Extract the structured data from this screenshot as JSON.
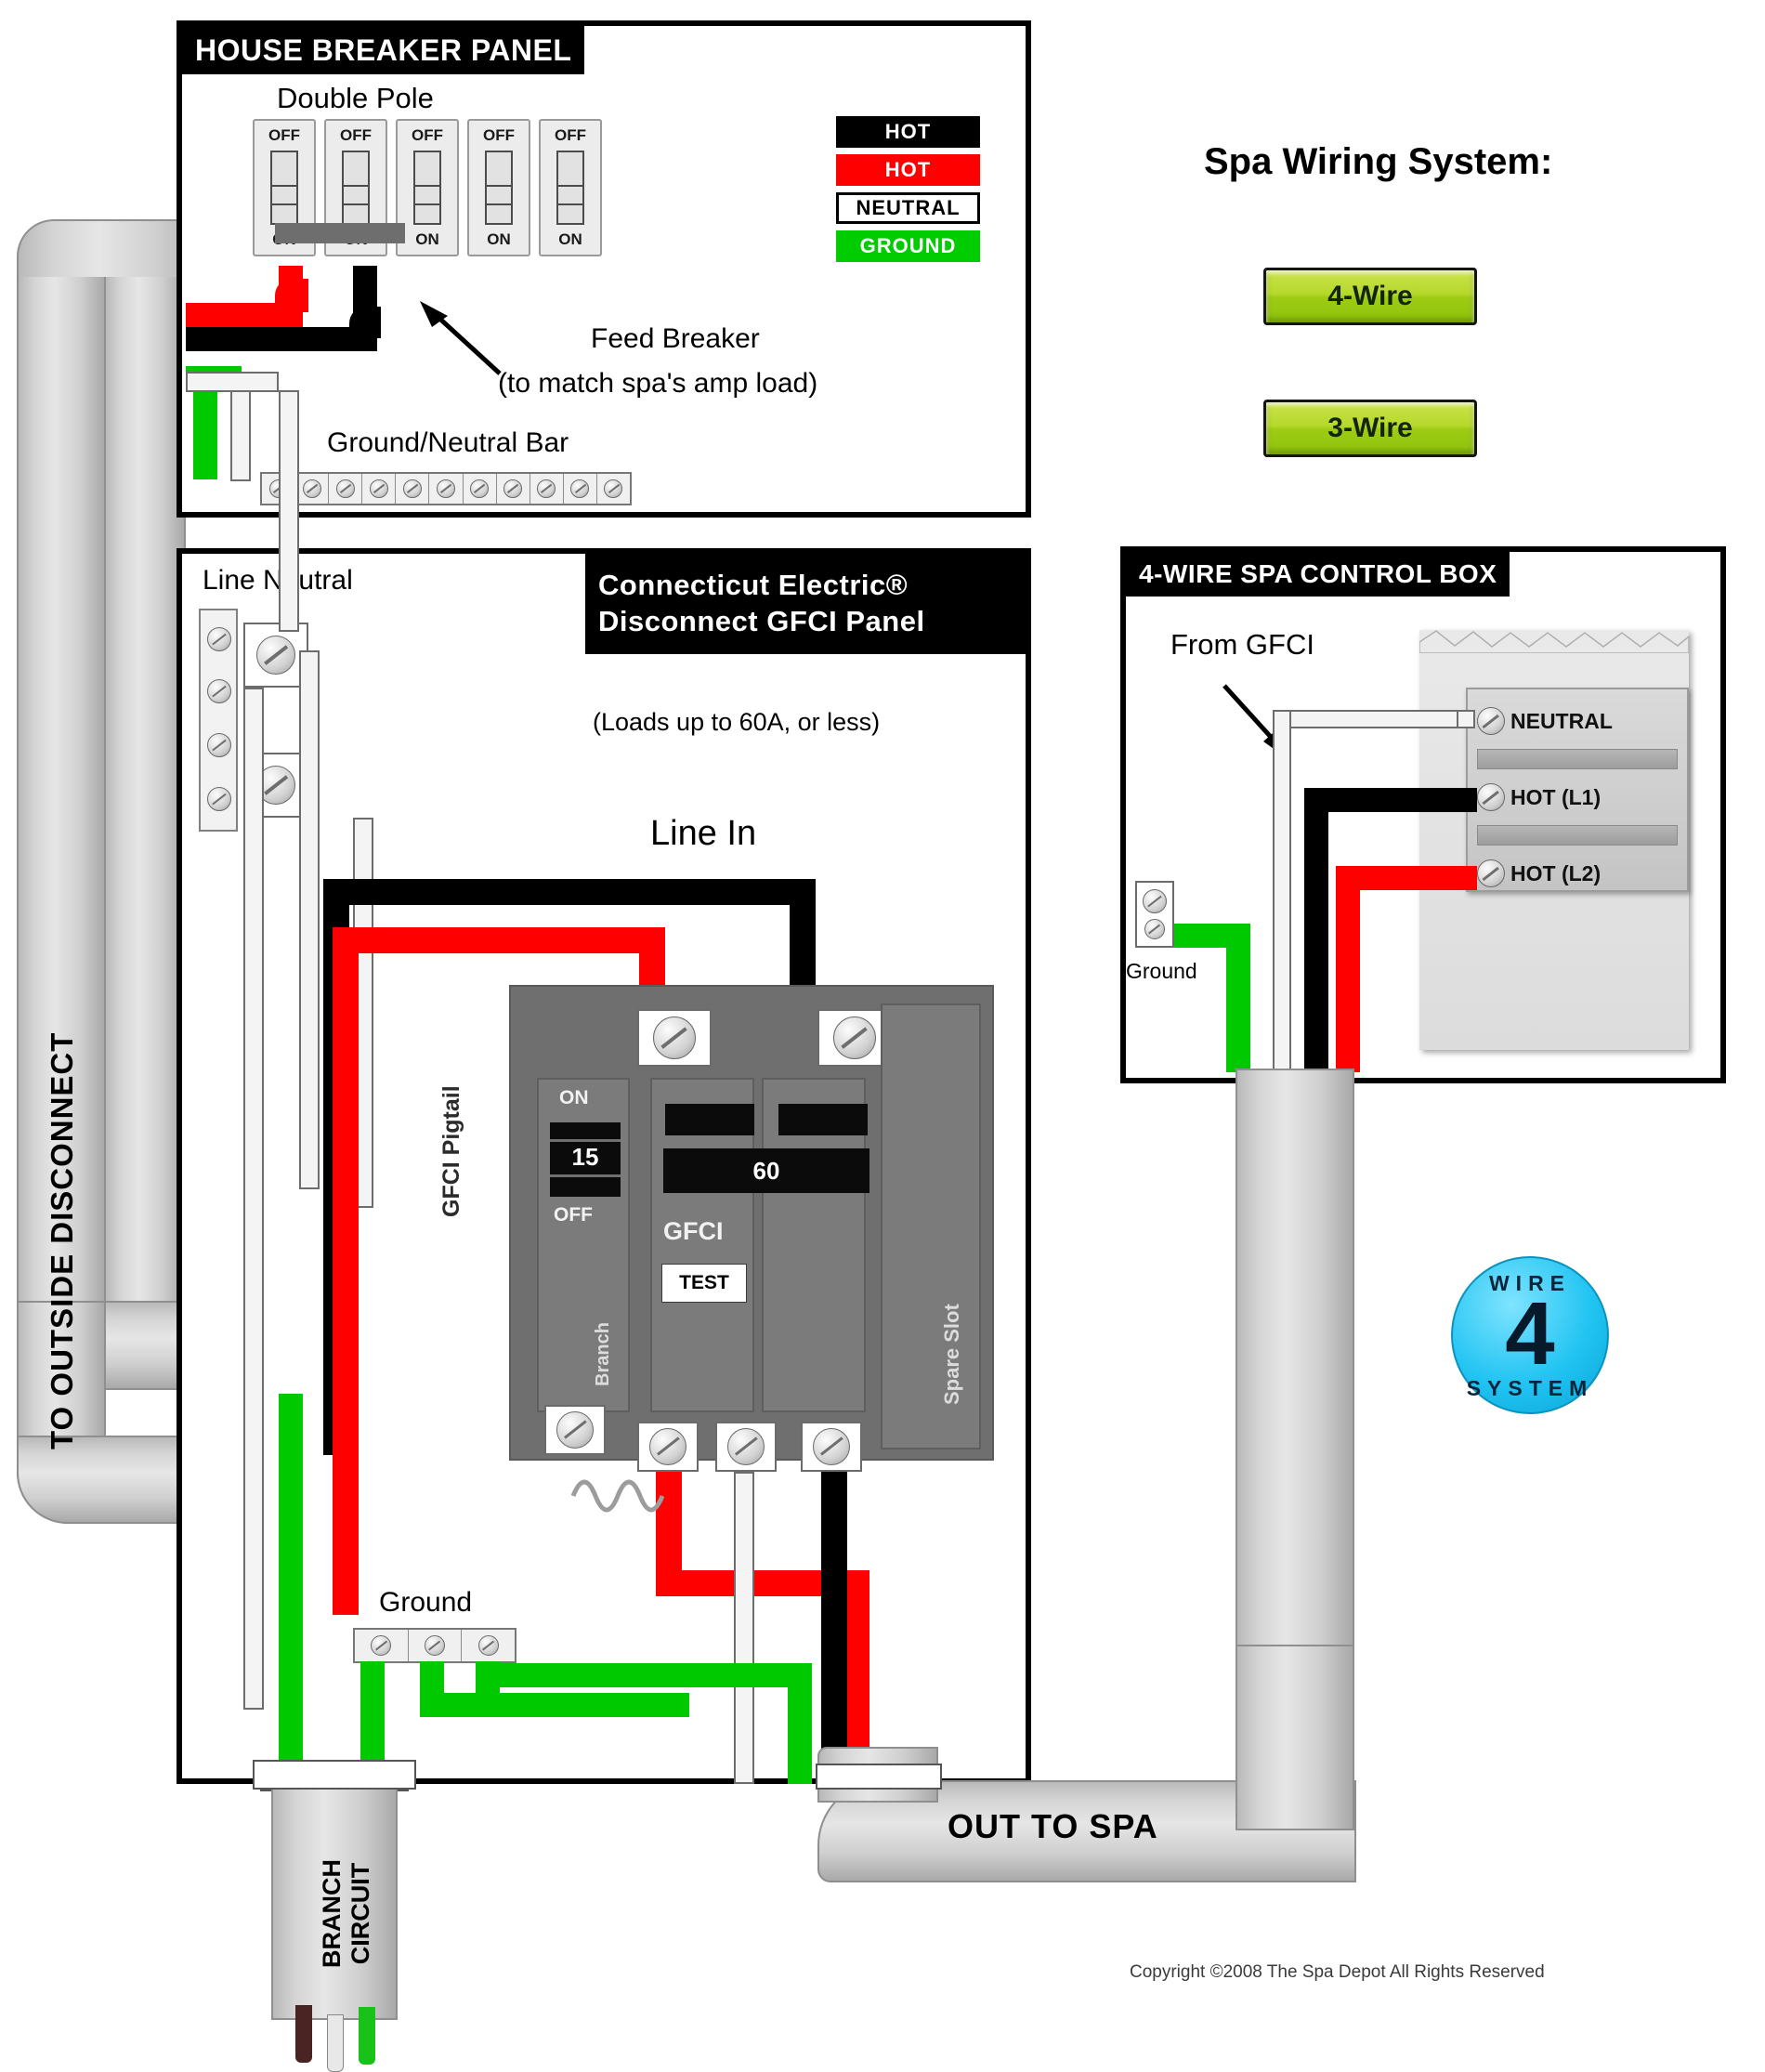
{
  "house_panel": {
    "title": "HOUSE BREAKER PANEL",
    "double_pole_label": "Double Pole",
    "breakers": [
      {
        "off": "OFF",
        "on": "ON"
      },
      {
        "off": "OFF",
        "on": "ON"
      },
      {
        "off": "OFF",
        "on": "ON"
      },
      {
        "off": "OFF",
        "on": "ON"
      },
      {
        "off": "OFF",
        "on": "ON"
      }
    ],
    "feed_breaker_line1": "Feed Breaker",
    "feed_breaker_line2": "(to match spa's amp load)",
    "ground_neutral_bar_label": "Ground/Neutral Bar",
    "ground_neutral_bar_screws": 11
  },
  "legend": {
    "items": [
      {
        "label": "HOT",
        "color": "#000000",
        "text_color": "#ffffff",
        "style": "hot-black"
      },
      {
        "label": "HOT",
        "color": "#fe0000",
        "text_color": "#ffffff",
        "style": "hot-red"
      },
      {
        "label": "NEUTRAL",
        "color": "#ffffff",
        "text_color": "#000000",
        "style": "neutral"
      },
      {
        "label": "GROUND",
        "color": "#00cc00",
        "text_color": "#ffffff",
        "style": "ground"
      }
    ]
  },
  "spa_wiring_system": {
    "heading": "Spa Wiring System:",
    "buttons": [
      {
        "label": "4-Wire"
      },
      {
        "label": "3-Wire"
      }
    ]
  },
  "gfci_panel": {
    "title_line1": "Connecticut Electric®",
    "title_line2": "Disconnect GFCI Panel",
    "loads_note": "(Loads up to 60A, or less)",
    "line_neutral_label": "Line Neutral",
    "line_in_label": "Line In",
    "gfci_pigtail_label": "GFCI Pigtail",
    "ground_label": "Ground",
    "ground_bar_screws": 3,
    "line_neutral_screws": 4,
    "breaker": {
      "on_label": "ON",
      "off_label": "OFF",
      "branch_amps": "15",
      "branch_label": "Branch",
      "gfci_amps": "60",
      "gfci_label": "GFCI",
      "test_label": "TEST",
      "spare_slot_label": "Spare Slot"
    }
  },
  "control_box": {
    "title": "4-WIRE SPA CONTROL BOX",
    "from_gfci_label": "From GFCI",
    "ground_label": "Ground",
    "terminals": [
      {
        "label": "NEUTRAL",
        "wire": "white"
      },
      {
        "label": "HOT (L1)",
        "wire": "black"
      },
      {
        "label": "HOT (L2)",
        "wire": "red"
      }
    ]
  },
  "badge": {
    "top_arc": "WIRE",
    "number": "4",
    "bottom_arc": "SYSTEM"
  },
  "conduit_labels": {
    "to_outside_disconnect": "TO OUTSIDE DISCONNECT",
    "branch_circuit_line1": "BRANCH",
    "branch_circuit_line2": "CIRCUIT",
    "out_to_spa": "OUT TO SPA"
  },
  "footer": {
    "copyright": "Copyright ©2008 The Spa Depot All Rights Reserved"
  }
}
